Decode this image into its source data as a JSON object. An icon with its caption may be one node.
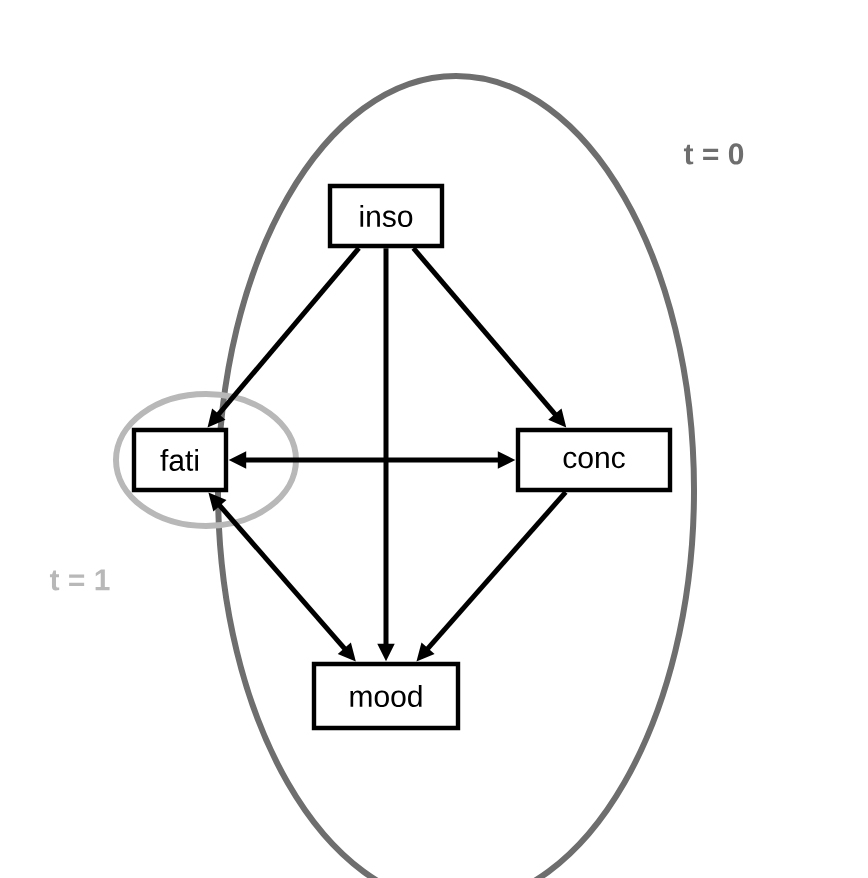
{
  "diagram": {
    "nodes": [
      {
        "text": [
          "t = 0"
        ]
      },
      {
        "text": [
          "inso"
        ],
        "in": 0
      },
      {
        "text": [
          "t = 1"
        ]
      },
      {
        "text": [
          "fati"
        ],
        "in": 2
      },
      {
        "text": [
          "conc"
        ],
        "in": 0
      },
      {
        "text": [
          "mood"
        ],
        "in": 0
      }
    ],
    "edges": [
      {
        "from": 1,
        "to": 3,
        "arrow": "to"
      },
      {
        "from": 1,
        "to": 4,
        "arrow": "to"
      },
      {
        "from": 1,
        "to": 5,
        "arrow": "to"
      },
      {
        "from": 3,
        "to": 4,
        "arrow": "both"
      },
      {
        "from": 5,
        "to": 3,
        "arrow": "both"
      },
      {
        "from": 4,
        "to": 5,
        "arrow": "to"
      }
    ]
  }
}
